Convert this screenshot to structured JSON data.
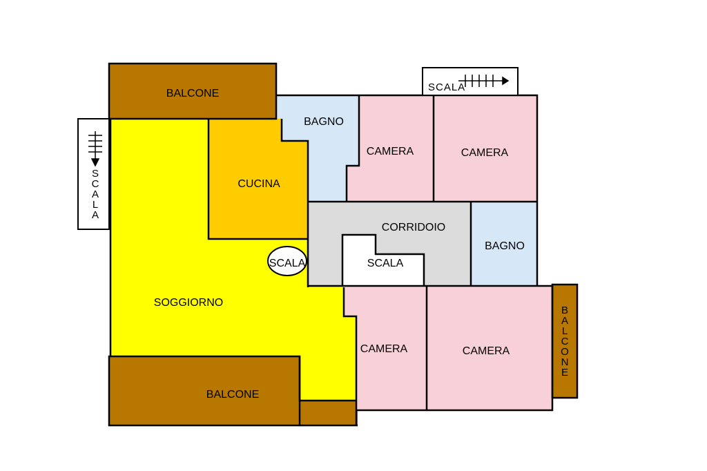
{
  "colors": {
    "soggiorno": "#ffff00",
    "cucina": "#ffcc00",
    "balcone": "#b87800",
    "bagno": "#d6e8f8",
    "camera": "#f8d0d8",
    "corridoio": "#dcdcdc",
    "scala": "#ffffff"
  },
  "rooms": {
    "balcone_top": "BALCONE",
    "balcone_bottom": "BALCONE",
    "balcone_right": "BALCONE",
    "cucina": "CUCINA",
    "soggiorno": "SOGGIORNO",
    "bagno_top": "BAGNO",
    "bagno_right": "BAGNO",
    "camera_1": "CAMERA",
    "camera_2": "CAMERA",
    "camera_3": "CAMERA",
    "camera_4": "CAMERA",
    "corridoio": "CORRIDOIO",
    "scala_inner": "SCALA",
    "scala_oval": "SCALA",
    "scala_top": "SCALA",
    "scala_left": "SCALA"
  }
}
